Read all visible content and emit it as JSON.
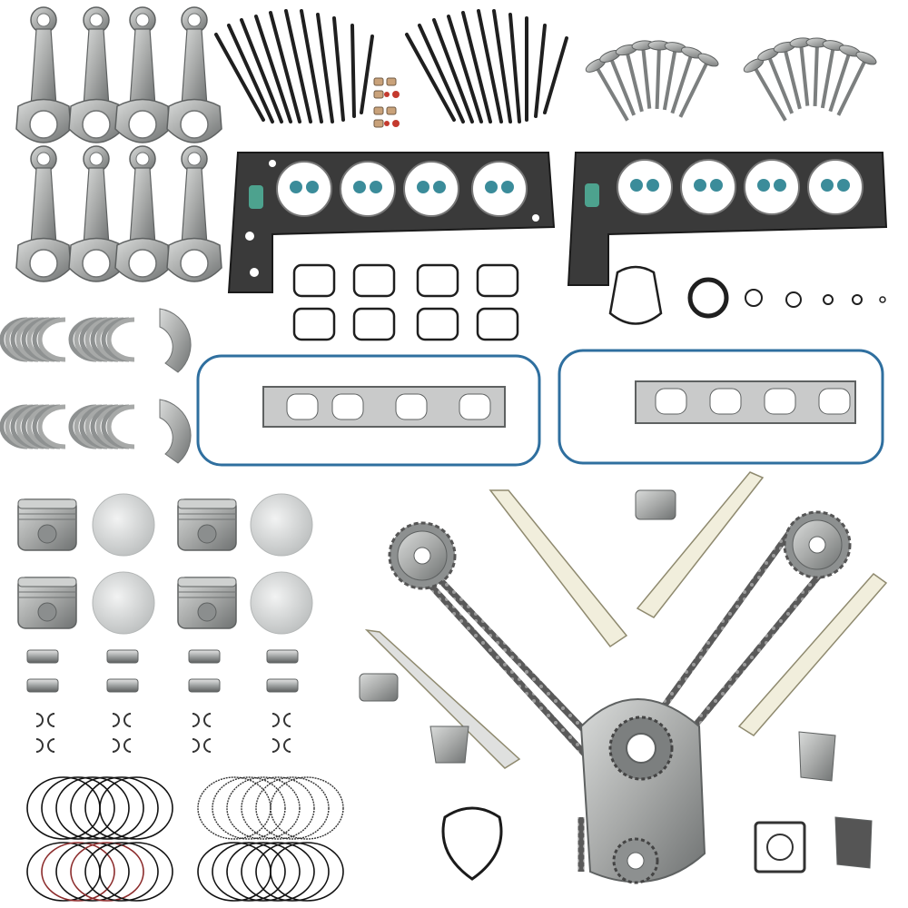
{
  "image": {
    "background": "#ffffff",
    "colors": {
      "steel": "#a7a9a8",
      "steel_dark": "#6f7272",
      "steel_light": "#d9dbda",
      "gasket_black": "#2b2b2b",
      "valve_cover_blue": "#2f6f9f",
      "guide_cream": "#f1eedc",
      "bolt_black": "#1f1f1f",
      "seal_teal": "#3b8c9a",
      "ring_black": "#111111",
      "chain_dark": "#4a4a4a"
    },
    "parts": {
      "connecting_rods": 8,
      "head_bolts": 20,
      "valves": 16,
      "head_gaskets": 2,
      "intake_port_gaskets": 8,
      "bearing_sets": 4,
      "thrust_washers": 2,
      "valve_cover_gaskets": 2,
      "exhaust_manifold_gaskets": 2,
      "pistons": 4,
      "piston_tops": 4,
      "wrist_pins": 8,
      "pin_clips": 16,
      "ring_sets": 4,
      "timing_sprockets": 3,
      "chain_guides": 4,
      "chain_tensioners": 2
    }
  }
}
